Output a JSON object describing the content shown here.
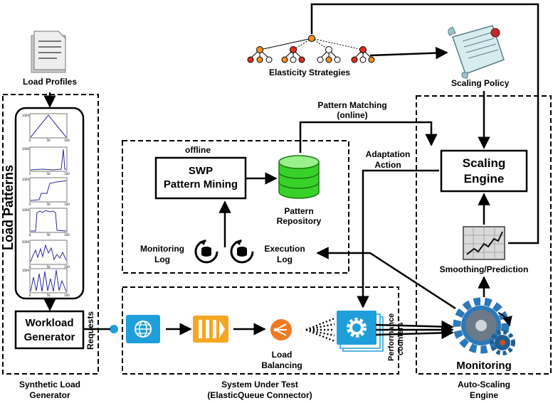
{
  "labels": {
    "load_profiles": "Load Profiles",
    "load_patterns": "Load Patterns",
    "workload_generator_1": "Workload",
    "workload_generator_2": "Generator",
    "requests": "Requests",
    "synthetic_load_generator_1": "Synthetic Load",
    "synthetic_load_generator_2": "Generator",
    "elasticity_strategies": "Elasticity Strategies",
    "scaling_policy": "Scaling Policy",
    "pattern_matching_1": "Pattern Matching",
    "pattern_matching_2": "(online)",
    "offline": "offline",
    "swp_1": "SWP",
    "swp_2": "Pattern Mining",
    "pattern_repository_1": "Pattern",
    "pattern_repository_2": "Repository",
    "adaptation_action_1": "Adaptation",
    "adaptation_action_2": "Action",
    "scaling_engine_1": "Scaling",
    "scaling_engine_2": "Engine",
    "monitoring_log_1": "Monitoring",
    "monitoring_log_2": "Log",
    "execution_log_1": "Execution",
    "execution_log_2": "Log",
    "smoothing_prediction": "Smoothing/Prediction",
    "load_balancing_1": "Load",
    "load_balancing_2": "Balancing",
    "performance_counters_1": "Performance",
    "performance_counters_2": "counters",
    "monitoring": "Monitoring",
    "system_under_test_1": "System Under Test",
    "system_under_test_2": "(ElasticQueue Connector)",
    "auto_scaling_engine_1": "Auto-Scaling",
    "auto_scaling_engine_2": "Engine"
  },
  "mini_charts": [
    {
      "ymax": "1000",
      "x": [
        "0",
        "50",
        "100"
      ]
    },
    {
      "ymax": "1000",
      "x": [
        "0",
        "50",
        "100"
      ]
    },
    {
      "ymax": "1000",
      "x": [
        "0",
        "50",
        "100"
      ]
    },
    {
      "ymax": "1000",
      "x": [
        "0",
        "50",
        "100"
      ]
    },
    {
      "ymax": "2000",
      "x": [
        "0",
        "50",
        "100"
      ]
    },
    {
      "ymax": "1000",
      "x": [
        "0",
        "50",
        "100"
      ]
    }
  ],
  "colors": {
    "icon_blue": "#1e9fd9",
    "queue_orange": "#f5a623",
    "lb_orange": "#f07a23",
    "db_green": "#38d12a",
    "tree_orange": "#f7931e",
    "tree_red": "#e52d1a",
    "gear_blue": "#2b79b8"
  },
  "icons": [
    "document-icon",
    "globe-icon",
    "queue-icon",
    "load-balancer-icon",
    "gear-icon",
    "database-icon",
    "scroll-icon",
    "chart-icon",
    "gears-icon",
    "cycle-icon",
    "tree-icon"
  ]
}
